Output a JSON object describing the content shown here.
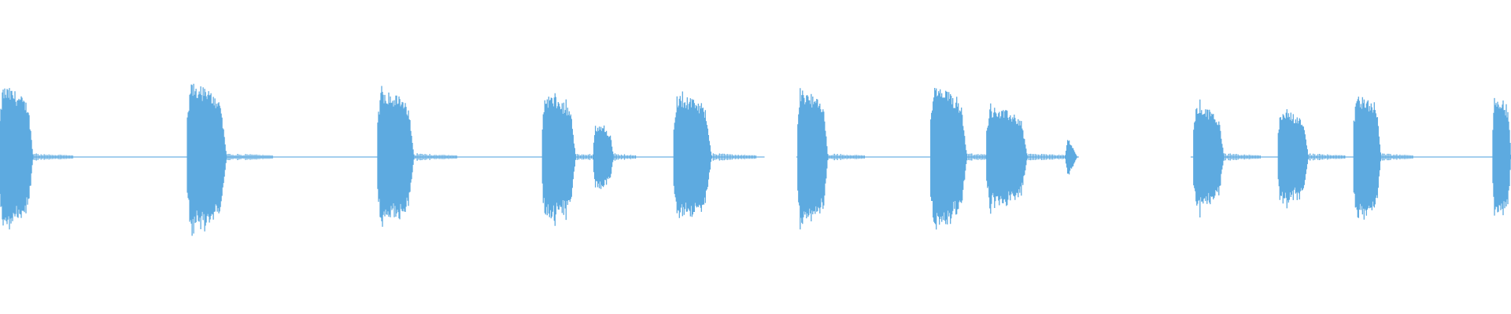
{
  "waveform": {
    "color": "#5daae0",
    "baseline_color": "#7ab8e6",
    "bursts": [
      {
        "start": 0.0,
        "end": 0.022,
        "amp": 0.45,
        "shape": "onset"
      },
      {
        "start": 0.124,
        "end": 0.15,
        "amp": 0.47,
        "shape": "onset"
      },
      {
        "start": 0.25,
        "end": 0.274,
        "amp": 0.43,
        "shape": "onset"
      },
      {
        "start": 0.359,
        "end": 0.381,
        "amp": 0.4,
        "shape": "onset"
      },
      {
        "start": 0.393,
        "end": 0.406,
        "amp": 0.2,
        "shape": "onset"
      },
      {
        "start": 0.446,
        "end": 0.471,
        "amp": 0.4,
        "shape": "onset"
      },
      {
        "start": 0.528,
        "end": 0.548,
        "amp": 0.43,
        "shape": "onset"
      },
      {
        "start": 0.616,
        "end": 0.64,
        "amp": 0.45,
        "shape": "onset"
      },
      {
        "start": 0.653,
        "end": 0.68,
        "amp": 0.32,
        "shape": "onset"
      },
      {
        "start": 0.705,
        "end": 0.713,
        "amp": 0.13,
        "shape": "blip"
      },
      {
        "start": 0.79,
        "end": 0.81,
        "amp": 0.33,
        "shape": "onset"
      },
      {
        "start": 0.846,
        "end": 0.866,
        "amp": 0.3,
        "shape": "onset"
      },
      {
        "start": 0.896,
        "end": 0.914,
        "amp": 0.4,
        "shape": "onset"
      },
      {
        "start": 0.988,
        "end": 1.0,
        "amp": 0.4,
        "shape": "onset"
      }
    ],
    "gaps": [
      {
        "start": 0.506,
        "end": 0.527
      },
      {
        "start": 0.714,
        "end": 0.788
      }
    ]
  }
}
